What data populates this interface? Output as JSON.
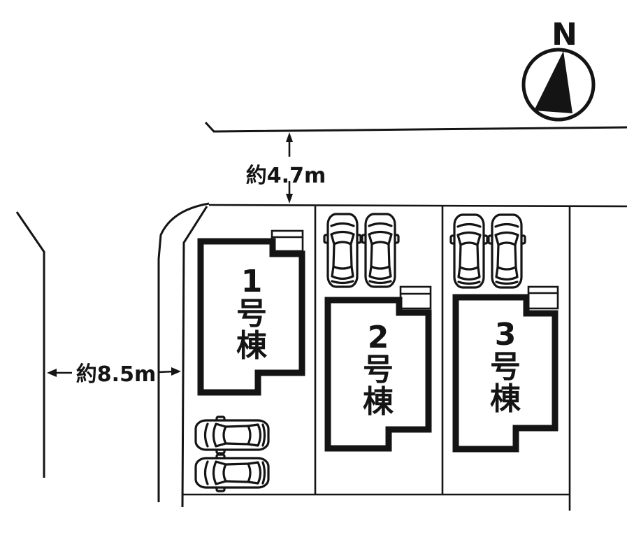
{
  "compass": {
    "label": "N"
  },
  "dimensions": {
    "road_width": "約4.7m",
    "frontage": "約8.5m"
  },
  "buildings": [
    {
      "name": "1号棟",
      "chars": [
        "1",
        "号",
        "棟"
      ]
    },
    {
      "name": "2号棟",
      "chars": [
        "2",
        "号",
        "棟"
      ]
    },
    {
      "name": "3号棟",
      "chars": [
        "3",
        "号",
        "棟"
      ]
    }
  ],
  "icons": {
    "compass_needle": "north-compass-icon",
    "car": "car-top-view-icon"
  },
  "colors": {
    "ink": "#141414",
    "background": "#ffffff"
  }
}
